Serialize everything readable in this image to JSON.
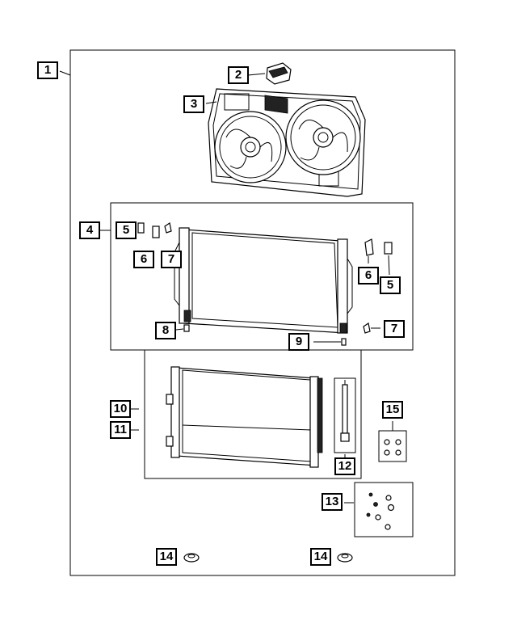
{
  "callouts": [
    {
      "id": "1",
      "label": "1"
    },
    {
      "id": "2",
      "label": "2"
    },
    {
      "id": "3",
      "label": "3"
    },
    {
      "id": "4",
      "label": "4"
    },
    {
      "id": "5a",
      "label": "5"
    },
    {
      "id": "6a",
      "label": "6"
    },
    {
      "id": "7a",
      "label": "7"
    },
    {
      "id": "6b",
      "label": "6"
    },
    {
      "id": "5b",
      "label": "5"
    },
    {
      "id": "7b",
      "label": "7"
    },
    {
      "id": "8",
      "label": "8"
    },
    {
      "id": "9",
      "label": "9"
    },
    {
      "id": "10",
      "label": "10"
    },
    {
      "id": "11",
      "label": "11"
    },
    {
      "id": "12",
      "label": "12"
    },
    {
      "id": "15",
      "label": "15"
    },
    {
      "id": "13",
      "label": "13"
    },
    {
      "id": "14a",
      "label": "14"
    },
    {
      "id": "14b",
      "label": "14"
    }
  ]
}
